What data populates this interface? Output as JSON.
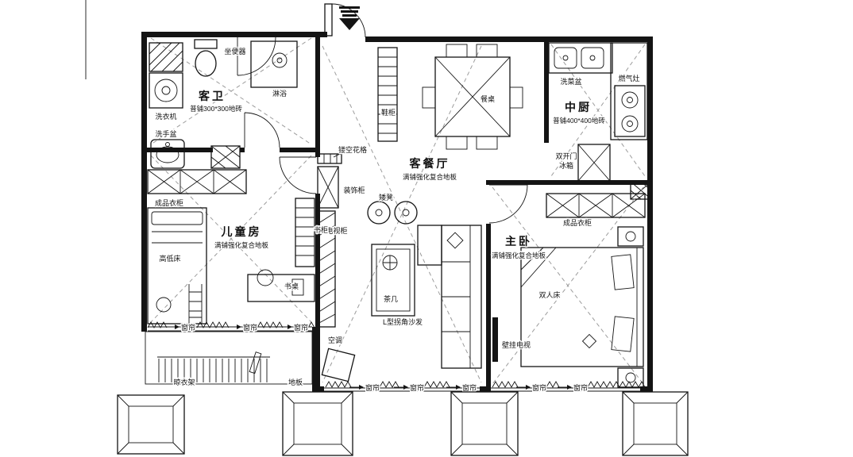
{
  "plan": {
    "rooms": {
      "bathroom": {
        "name": "客卫",
        "floor": "普铺300*300地砖"
      },
      "living": {
        "name": "客餐厅",
        "floor": "满铺强化复合地板"
      },
      "kitchen": {
        "name": "中厨",
        "floor": "普铺400*400地砖"
      },
      "kids": {
        "name": "儿童房",
        "floor": "满铺强化复合地板"
      },
      "master": {
        "name": "主卧",
        "floor": "满铺强化复合地板"
      }
    },
    "labels": {
      "toilet": "坐便器",
      "shower": "淋浴",
      "washer": "洗衣机",
      "basin": "洗手盆",
      "shoe_cabinet": "鞋柜",
      "dining_table": "餐桌",
      "lattice": "镂空花格",
      "deco_cabinet": "装饰柜",
      "stools": "矮凳",
      "tv_cabinet": "电视柜",
      "bookshelf": "书柜",
      "desk": "书桌",
      "bunk_bed": "高低床",
      "wardrobe_kids": "成品衣柜",
      "wardrobe_master": "成品衣柜",
      "tea_table": "茶几",
      "sofa": "L型拐角沙发",
      "ac": "空调",
      "veg_sink": "洗菜盆",
      "gas_stove": "燃气灶",
      "fridge_line1": "双开门",
      "fridge_line2": "冰箱",
      "double_bed": "双人床",
      "wall_tv": "壁挂电视",
      "curtain": "窗帘",
      "drying_rack": "晾衣架",
      "floor": "地板"
    }
  }
}
